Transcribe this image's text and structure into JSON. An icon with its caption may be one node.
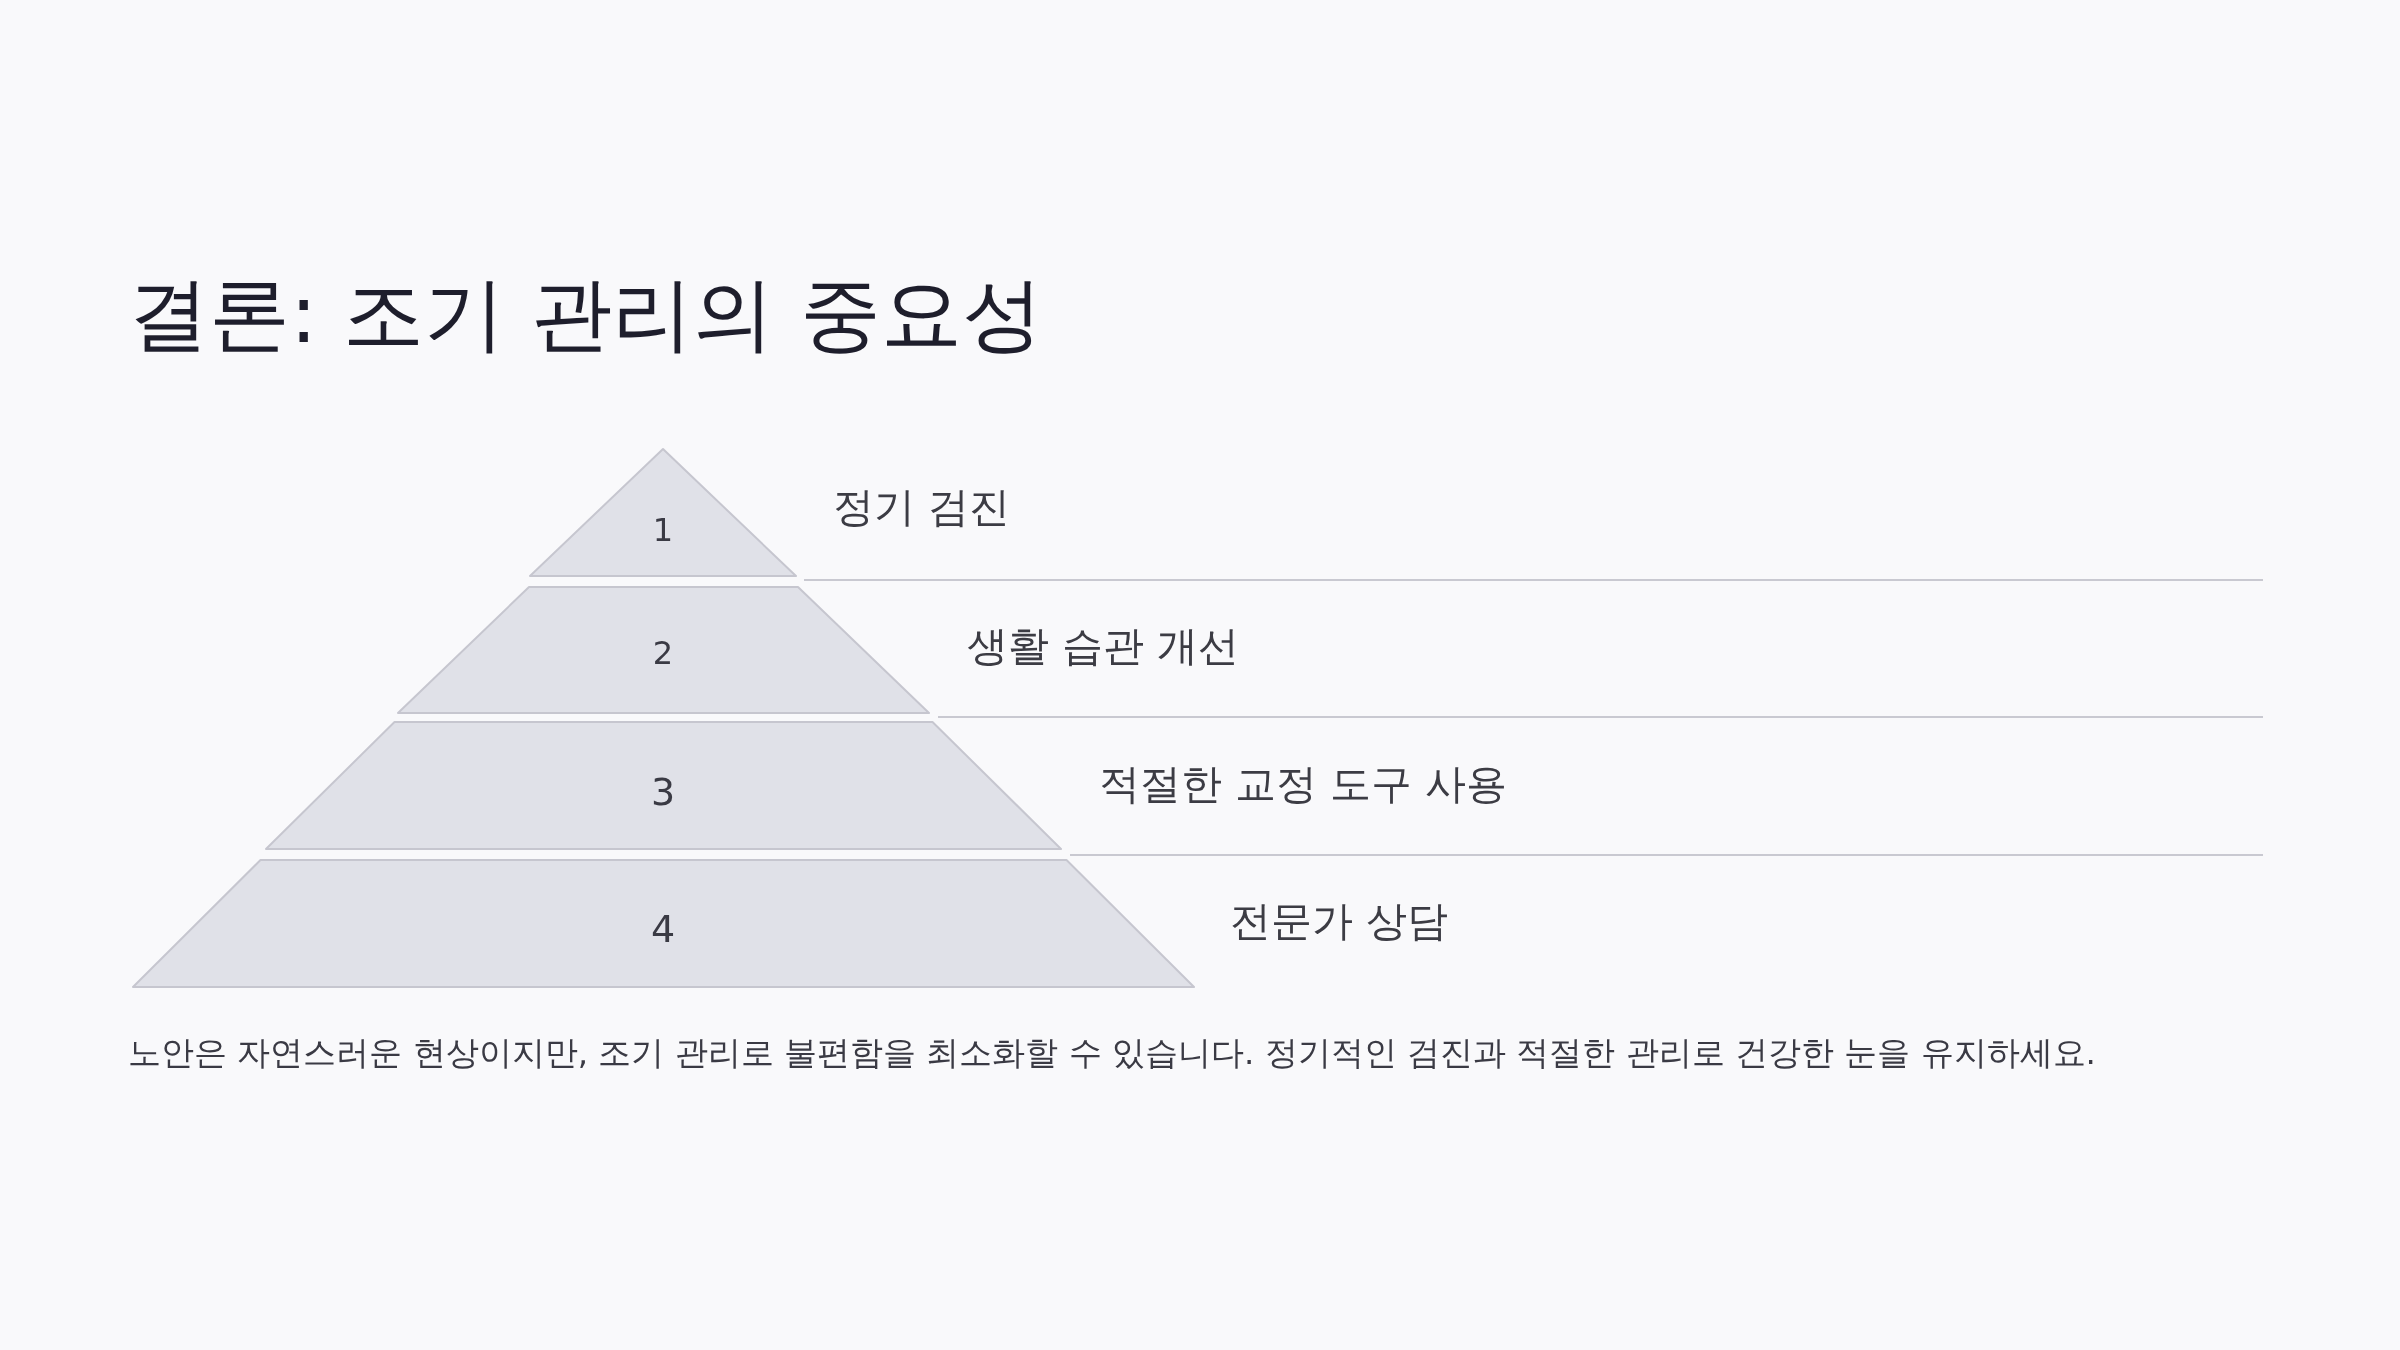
{
  "diagram": {
    "title": "결론: 조기 관리의 중요성",
    "nodes": [
      {
        "text": [
          "1"
        ],
        "beside": [
          "정기 검진"
        ]
      },
      {
        "text": [
          "2"
        ],
        "beside": [
          "생활 습관 개선"
        ]
      },
      {
        "text": [
          "3"
        ],
        "beside": [
          "적절한 교정 도구 사용"
        ]
      },
      {
        "text": [
          "4"
        ],
        "beside": [
          "전문가 상담"
        ]
      }
    ],
    "caption": "노안은 자연스러운 현상이지만, 조기 관리로 불편함을 최소화할 수 있습니다. 정기적인 검진과 적절한 관리로 건강한 눈을 유지하세요."
  }
}
